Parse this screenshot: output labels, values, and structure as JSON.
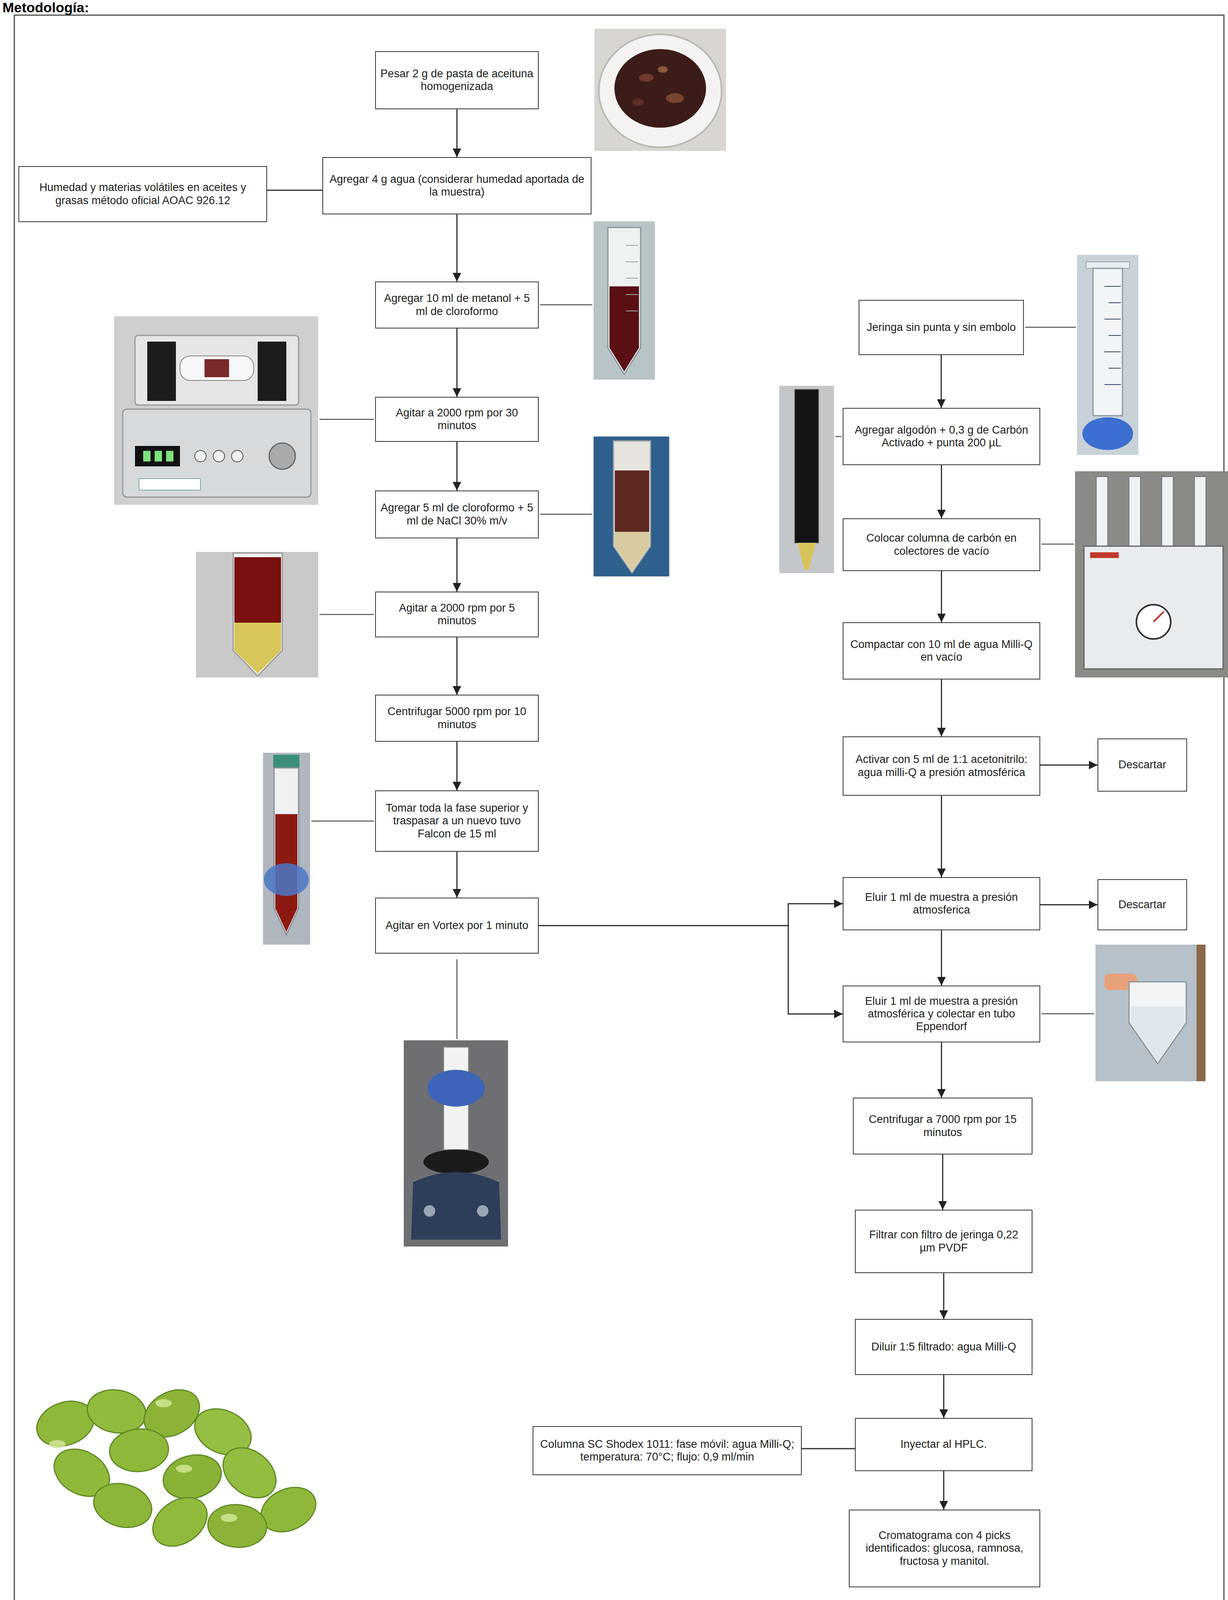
{
  "diagram": {
    "title": "Metodología:",
    "nodes": [
      {
        "text": [
          "Pesar 2 g de pasta de aceituna homogenizada"
        ]
      },
      {
        "text": [
          "Humedad y materias volátiles en aceites y grasas método oficial AOAC 926.12"
        ]
      },
      {
        "text": [
          "Agregar 4 g agua (considerar humedad aportada de la muestra)"
        ]
      },
      {
        "text": [
          "Agregar 10 ml de metanol + 5 ml de cloroformo"
        ]
      },
      {
        "text": [
          "Agitar a 2000 rpm por 30 minutos"
        ]
      },
      {
        "text": [
          "Agregar 5 ml de cloroformo + 5 ml de NaCl 30% m/v"
        ]
      },
      {
        "text": [
          "Agitar a 2000 rpm por 5 minutos"
        ]
      },
      {
        "text": [
          "Centrifugar 5000 rpm por 10 minutos"
        ]
      },
      {
        "text": [
          "Tomar toda la fase superior y traspasar a un nuevo tuvo Falcon de 15 ml"
        ]
      },
      {
        "text": [
          "Agitar en Vortex por 1 minuto"
        ]
      },
      {
        "text": [
          "Jeringa sin punta y sin embolo"
        ]
      },
      {
        "text": [
          "Agregar algodón + 0,3 g de Carbón Activado + punta 200 µL"
        ]
      },
      {
        "text": [
          "Colocar columna de carbón en colectores de vacío"
        ]
      },
      {
        "text": [
          "Compactar con 10 ml de agua Milli-Q en vacío"
        ]
      },
      {
        "text": [
          "Activar con 5 ml de 1:1 acetonitrilo: agua milli-Q a presión atmosférica"
        ]
      },
      {
        "text": [
          "Descartar"
        ]
      },
      {
        "text": [
          "Eluir 1 ml de muestra a presión atmosferica"
        ]
      },
      {
        "text": [
          "Descartar"
        ]
      },
      {
        "text": [
          "Eluir 1 ml de muestra a presión atmosférica y colectar en tubo Eppendorf"
        ]
      },
      {
        "text": [
          "Centrifugar a 7000 rpm por 15 minutos"
        ]
      },
      {
        "text": [
          "Filtrar con filtro de jeringa 0,22 µm PVDF"
        ]
      },
      {
        "text": [
          "Diluir 1:5 filtrado: agua Milli-Q"
        ]
      },
      {
        "text": [
          "Columna SC Shodex 1011: fase móvil: agua Milli-Q; temperatura: 70°C; flujo: 0,9 ml/min"
        ]
      },
      {
        "text": [
          "Inyectar al HPLC."
        ]
      },
      {
        "text": [
          "Cromatograma con 4 picks identificados: glucosa, ramnosa, fructosa y manitol."
        ]
      }
    ],
    "edges": [
      {
        "from": 0,
        "to": 2,
        "arrow": "to"
      },
      {
        "from": 1,
        "to": 2,
        "arrow": "none"
      },
      {
        "from": 2,
        "to": 3,
        "arrow": "to"
      },
      {
        "from": 3,
        "to": 4,
        "arrow": "to"
      },
      {
        "from": 4,
        "to": 5,
        "arrow": "to"
      },
      {
        "from": 5,
        "to": 6,
        "arrow": "to"
      },
      {
        "from": 6,
        "to": 7,
        "arrow": "to"
      },
      {
        "from": 7,
        "to": 8,
        "arrow": "to"
      },
      {
        "from": 8,
        "to": 9,
        "arrow": "to"
      },
      {
        "from": 9,
        "to": 16,
        "arrow": "to"
      },
      {
        "from": 9,
        "to": 18,
        "arrow": "to"
      },
      {
        "from": 10,
        "to": 11,
        "arrow": "to"
      },
      {
        "from": 11,
        "to": 12,
        "arrow": "to"
      },
      {
        "from": 12,
        "to": 13,
        "arrow": "to"
      },
      {
        "from": 13,
        "to": 14,
        "arrow": "to"
      },
      {
        "from": 14,
        "to": 15,
        "arrow": "to"
      },
      {
        "from": 14,
        "to": 16,
        "arrow": "to"
      },
      {
        "from": 16,
        "to": 17,
        "arrow": "to"
      },
      {
        "from": 16,
        "to": 18,
        "arrow": "to"
      },
      {
        "from": 18,
        "to": 19,
        "arrow": "to"
      },
      {
        "from": 19,
        "to": 20,
        "arrow": "to"
      },
      {
        "from": 20,
        "to": 21,
        "arrow": "to"
      },
      {
        "from": 21,
        "to": 23,
        "arrow": "to"
      },
      {
        "from": 22,
        "to": 23,
        "arrow": "none"
      },
      {
        "from": 23,
        "to": 24,
        "arrow": "to"
      }
    ]
  }
}
